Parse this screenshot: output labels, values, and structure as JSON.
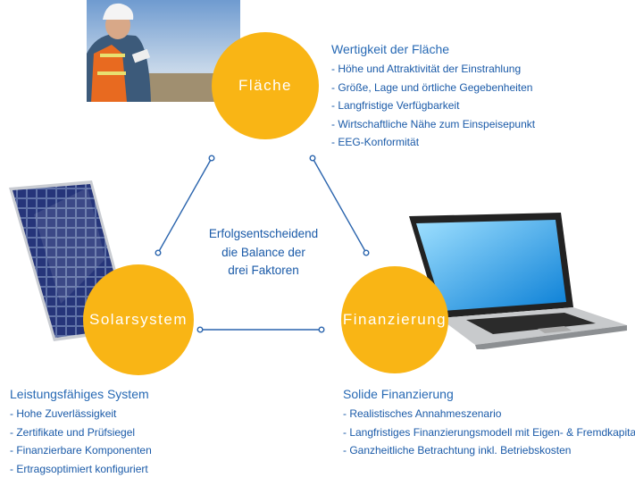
{
  "center_text": [
    "Erfolgsentscheidend",
    "die Balance der",
    "drei Faktoren"
  ],
  "factors": {
    "flaeche": {
      "label": "Fläche",
      "heading": "Wertigkeit der Fläche",
      "items": [
        "- Höhe und Attraktivität der Einstrahlung",
        "- Größe, Lage und örtliche Gegebenheiten",
        "- Langfristige Verfügbarkeit",
        "- Wirtschaftliche Nähe zum Einspeisepunkt",
        "- EEG-Konformität"
      ]
    },
    "solarsystem": {
      "label": "Solarsystem",
      "heading": "Leistungsfähiges System",
      "items": [
        "- Hohe Zuverlässigkeit",
        "- Zertifikate und Prüfsiegel",
        "- Finanzierbare Komponenten",
        "- Ertragsoptimiert konfiguriert"
      ]
    },
    "finanzierung": {
      "label": "Finanzierung",
      "heading": "Solide Finanzierung",
      "items": [
        "- Realistisches Annahmeszenario",
        "- Langfristiges Finanzierungsmodell mit Eigen- & Fremdkapital",
        "- Ganzheitliche Betrachtung inkl. Betriebskosten"
      ]
    }
  },
  "colors": {
    "accent": "#f9b515",
    "text": "#1a5aa8",
    "line": "#2a64ad"
  }
}
